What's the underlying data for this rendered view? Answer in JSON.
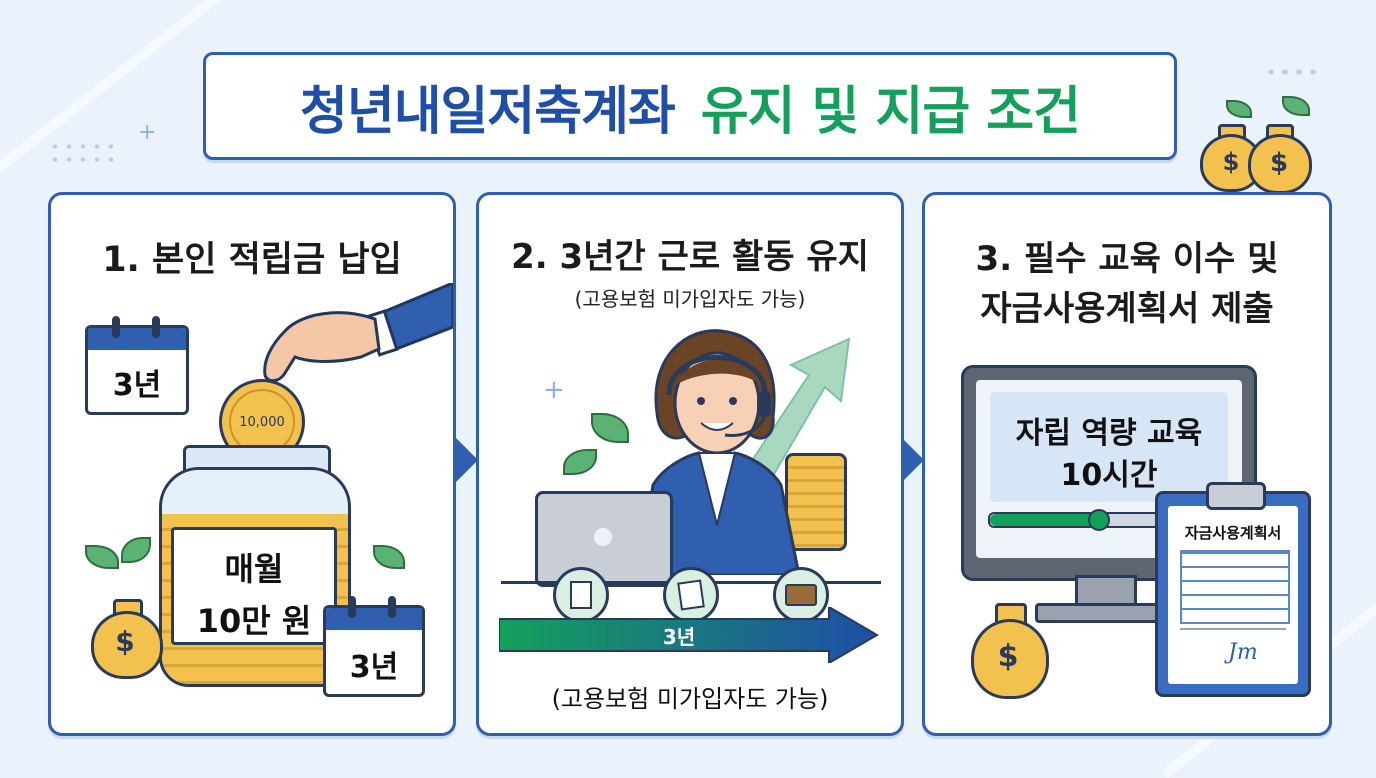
{
  "title": {
    "part_blue": "청년내일저축계좌",
    "part_green": "유지 및 지급 조건"
  },
  "colors": {
    "primary_blue": "#1f4ea6",
    "accent_green": "#14a05a",
    "coin_gold": "#f2c14e",
    "border": "#2f5fae"
  },
  "panel1": {
    "heading": "1. 본인 적립금 납입",
    "coin_label": "10,000",
    "calendar_top": "3년",
    "jar_label_line1": "매월",
    "jar_label_line2": "10만 원",
    "calendar_bottom": "3년",
    "icons": [
      "hand-icon",
      "coin-icon",
      "jar-icon",
      "calendar-icon",
      "money-bag-icon",
      "sprout-icon"
    ]
  },
  "panel2": {
    "heading": "2. 3년간 근로 활동 유지",
    "subheading": "(고용보험 미가입자도 가능)",
    "timeline_label": "3년",
    "footer_note": "(고용보험 미가입자도 가능)",
    "icons": [
      "worker-icon",
      "laptop-icon",
      "document-icon",
      "contract-icon",
      "briefcase-icon",
      "arrow-up-icon"
    ]
  },
  "panel3": {
    "heading_line1": "3. 필수 교육 이수 및",
    "heading_line2": "자금사용계획서 제출",
    "screen_line1": "자립 역량 교육",
    "screen_line2": "10시간",
    "progress": 0.45,
    "clipboard_title": "자금사용계획서",
    "signature": "Jm",
    "icons": [
      "monitor-icon",
      "clipboard-icon",
      "money-bag-icon"
    ]
  }
}
